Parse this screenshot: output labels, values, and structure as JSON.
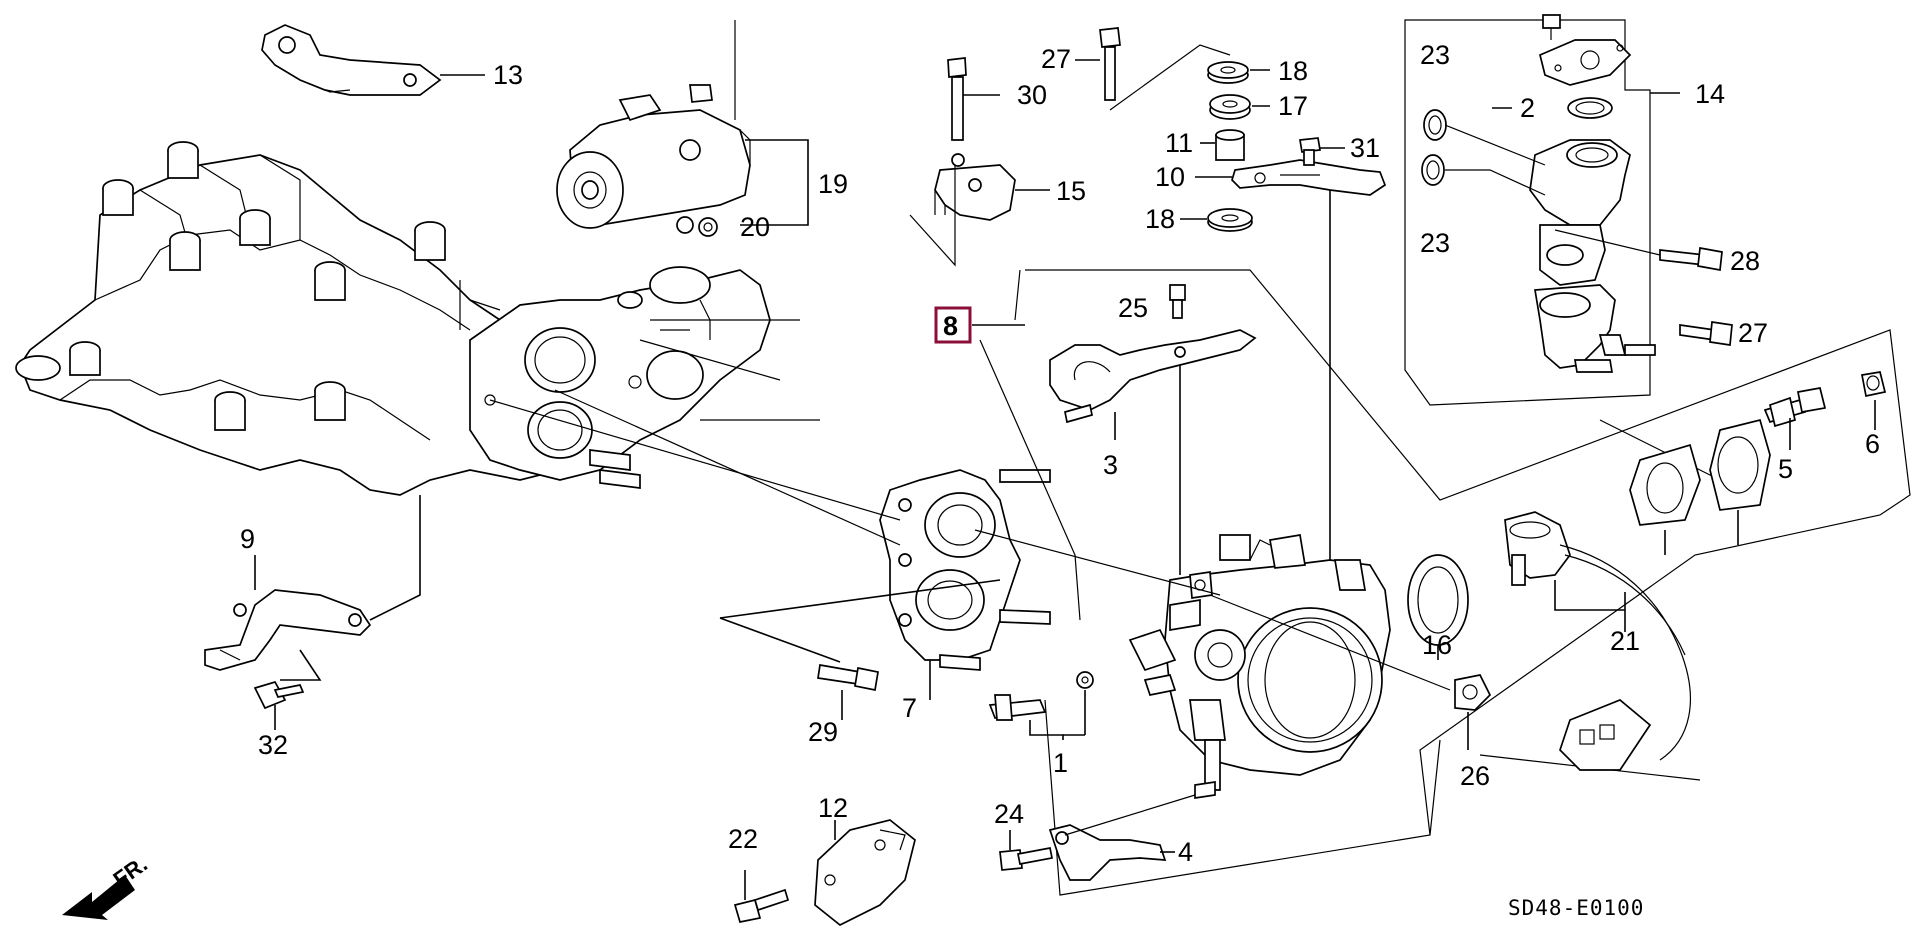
{
  "diagram": {
    "code": "SD48-E0100",
    "front_marker": "FR.",
    "highlight_color": "#8b0f3a",
    "callouts": {
      "c1": "1",
      "c2": "2",
      "c3": "3",
      "c4": "4",
      "c5": "5",
      "c6": "6",
      "c7": "7",
      "c8": "8",
      "c9": "9",
      "c10": "10",
      "c11": "11",
      "c12": "12",
      "c13": "13",
      "c14": "14",
      "c15": "15",
      "c16": "16",
      "c17": "17",
      "c18a": "18",
      "c18b": "18",
      "c19": "19",
      "c20": "20",
      "c21": "21",
      "c22": "22",
      "c23a": "23",
      "c23b": "23",
      "c24": "24",
      "c25": "25",
      "c26": "26",
      "c27a": "27",
      "c27b": "27",
      "c28": "28",
      "c29": "29",
      "c30": "30",
      "c31": "31",
      "c32": "32"
    }
  }
}
